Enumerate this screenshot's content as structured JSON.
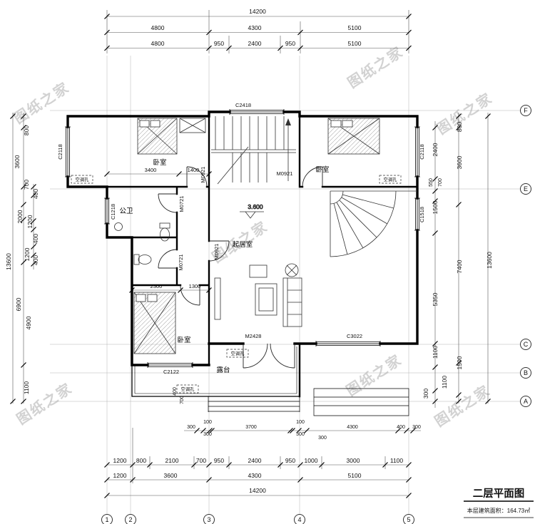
{
  "watermark": {
    "text": "图纸之家"
  },
  "axes": {
    "cols": [
      "1",
      "2",
      "3",
      "4",
      "5"
    ],
    "rows": [
      "F",
      "E",
      "C",
      "B",
      "A"
    ]
  },
  "dims": {
    "top_total": "14200",
    "top_row2": [
      "4800",
      "4300",
      "5100"
    ],
    "top_row3": [
      "4800",
      "950",
      "2400",
      "950",
      "5100"
    ],
    "bottom_small": [
      "300",
      "100",
      "300",
      "3700",
      "100",
      "300",
      "300",
      "4300",
      "400",
      "300"
    ],
    "bottom_row1": [
      "1200",
      "800",
      "2100",
      "700",
      "950",
      "2400",
      "950",
      "1000",
      "3000",
      "1100"
    ],
    "bottom_row2": [
      "1200",
      "3600",
      "4300",
      "5100"
    ],
    "bottom_total": "14200",
    "left": [
      "800",
      "3600",
      "700",
      "400",
      "2000",
      "1200",
      "400",
      "1200",
      "400",
      "13600",
      "6900",
      "4900",
      "1100"
    ],
    "right": [
      "800",
      "2400",
      "3600",
      "550",
      "700",
      "1500",
      "7400",
      "13600",
      "5350",
      "1100",
      "1500",
      "1100",
      "300"
    ],
    "inner_top": [
      "3400",
      "1400"
    ],
    "inner_bedroom": [
      "2300",
      "1300"
    ],
    "inner_terrace": [
      "400",
      "700"
    ]
  },
  "rooms": {
    "bedroom": "卧室",
    "bath": "公卫",
    "living": "起居室",
    "terrace": "露台",
    "ac": "空调孔"
  },
  "elevation": "3.600",
  "openings": {
    "c2418": "C2418",
    "c2118": "C2118",
    "c1218": "C1218",
    "c1518": "C1518",
    "c2122": "C2122",
    "c3022": "C3022",
    "m2428": "M2428",
    "m0921": "M0921",
    "m0721": "M0721"
  },
  "titleblock": {
    "title": "二层平面图",
    "area": "本层建筑面积：164.73㎡"
  }
}
